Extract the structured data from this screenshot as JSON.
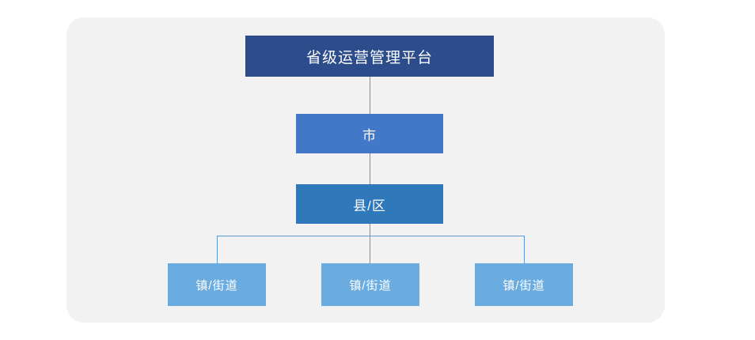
{
  "diagram": {
    "type": "org-hierarchy",
    "background_color": "#ffffff",
    "panel_color": "#f2f2f2",
    "connector_color": "#5b9bd5",
    "levels": [
      {
        "level": 1,
        "color": "#2c4c8c",
        "nodes": [
          {
            "label": "省级运营管理平台"
          }
        ]
      },
      {
        "level": 2,
        "color": "#4378c8",
        "nodes": [
          {
            "label": "市"
          }
        ]
      },
      {
        "level": 3,
        "color": "#2f78b9",
        "nodes": [
          {
            "label": "县/区"
          }
        ]
      },
      {
        "level": 4,
        "color": "#6aabe0",
        "nodes": [
          {
            "label": "镇/街道"
          },
          {
            "label": "镇/街道"
          },
          {
            "label": "镇/街道"
          }
        ]
      }
    ]
  }
}
